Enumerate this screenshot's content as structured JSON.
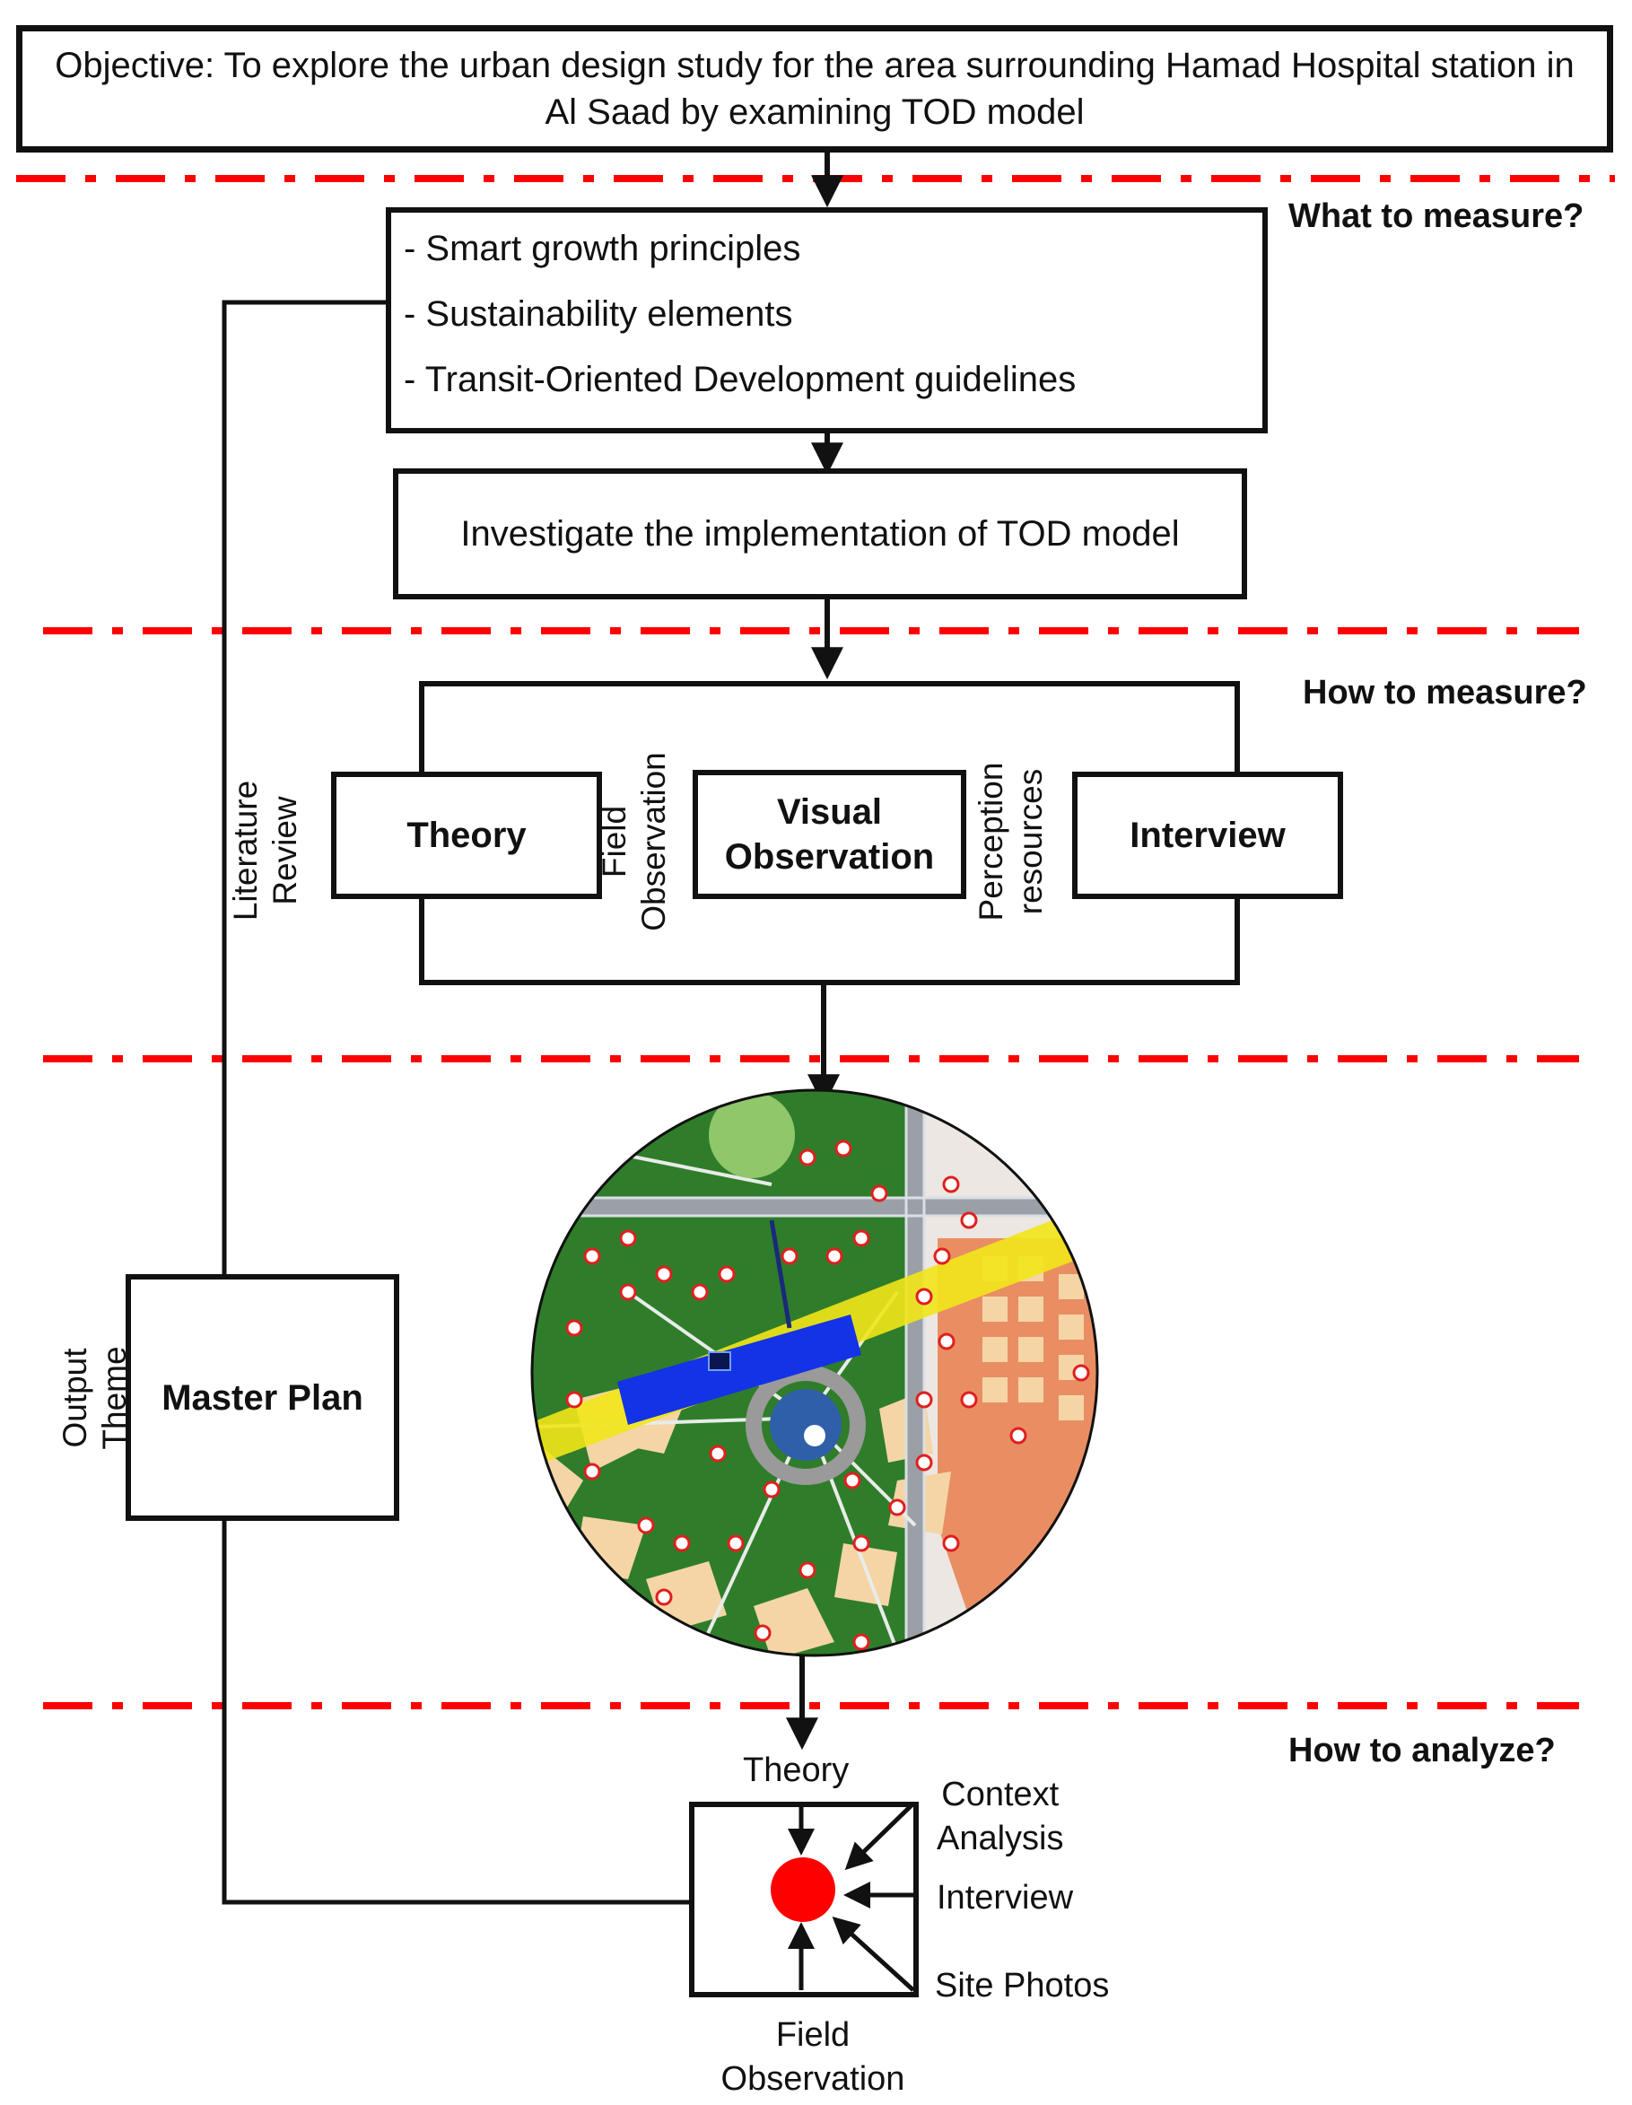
{
  "objective": "Objective: To explore the urban design study for the area surrounding Hamad Hospital station in Al Saad by examining TOD model",
  "sections": {
    "what": "What to measure?",
    "how": "How to measure?",
    "analyze": "How to analyze?"
  },
  "measures": [
    "- Smart growth principles",
    "- Sustainability elements",
    "- Transit-Oriented Development guidelines"
  ],
  "investigate": "Investigate the implementation of TOD model",
  "methods": {
    "theory": "Theory",
    "visual_line1": "Visual",
    "visual_line2": "Observation",
    "interview": "Interview"
  },
  "side_labels": {
    "literature_line1": "Literature",
    "literature_line2": "Review",
    "field_line1": "Field",
    "field_line2": "Observation",
    "perception_line1": "Perception",
    "perception_line2": "resources",
    "output_line1": "Output",
    "output_line2": "Theme"
  },
  "master_plan": "Master Plan",
  "analysis": {
    "theory": "Theory",
    "context_line1": "Context",
    "context_line2": "Analysis",
    "interview": "Interview",
    "site_photos": "Site Photos",
    "field_line1": "Field",
    "field_line2": "Observation"
  },
  "colors": {
    "divider": "#ff0000",
    "stroke": "#111111",
    "focus_dot": "#ff0000",
    "station_bar": "#1432e6",
    "map_green": "#2f7d2a",
    "map_building": "#f6d7ac",
    "map_transit_line": "#f2e51a"
  },
  "icons": [
    "map-thumbnail",
    "station-icon",
    "arrow-icon"
  ]
}
